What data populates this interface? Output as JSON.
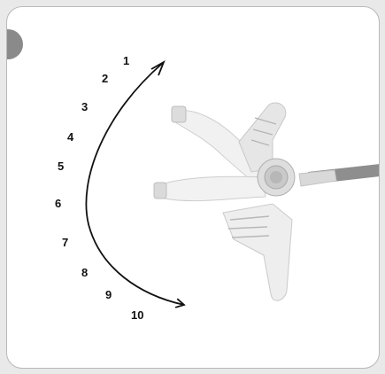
{
  "scale": {
    "numbers": [
      "1",
      "2",
      "3",
      "4",
      "5",
      "6",
      "7",
      "8",
      "9",
      "10"
    ]
  },
  "icons": {
    "arrow": "curved-double-arrow-icon",
    "tool": "handheld-tool-illustration"
  },
  "colors": {
    "card_border": "#b9b9b9",
    "badge": "#8a8a8a",
    "arrow": "#111111"
  }
}
